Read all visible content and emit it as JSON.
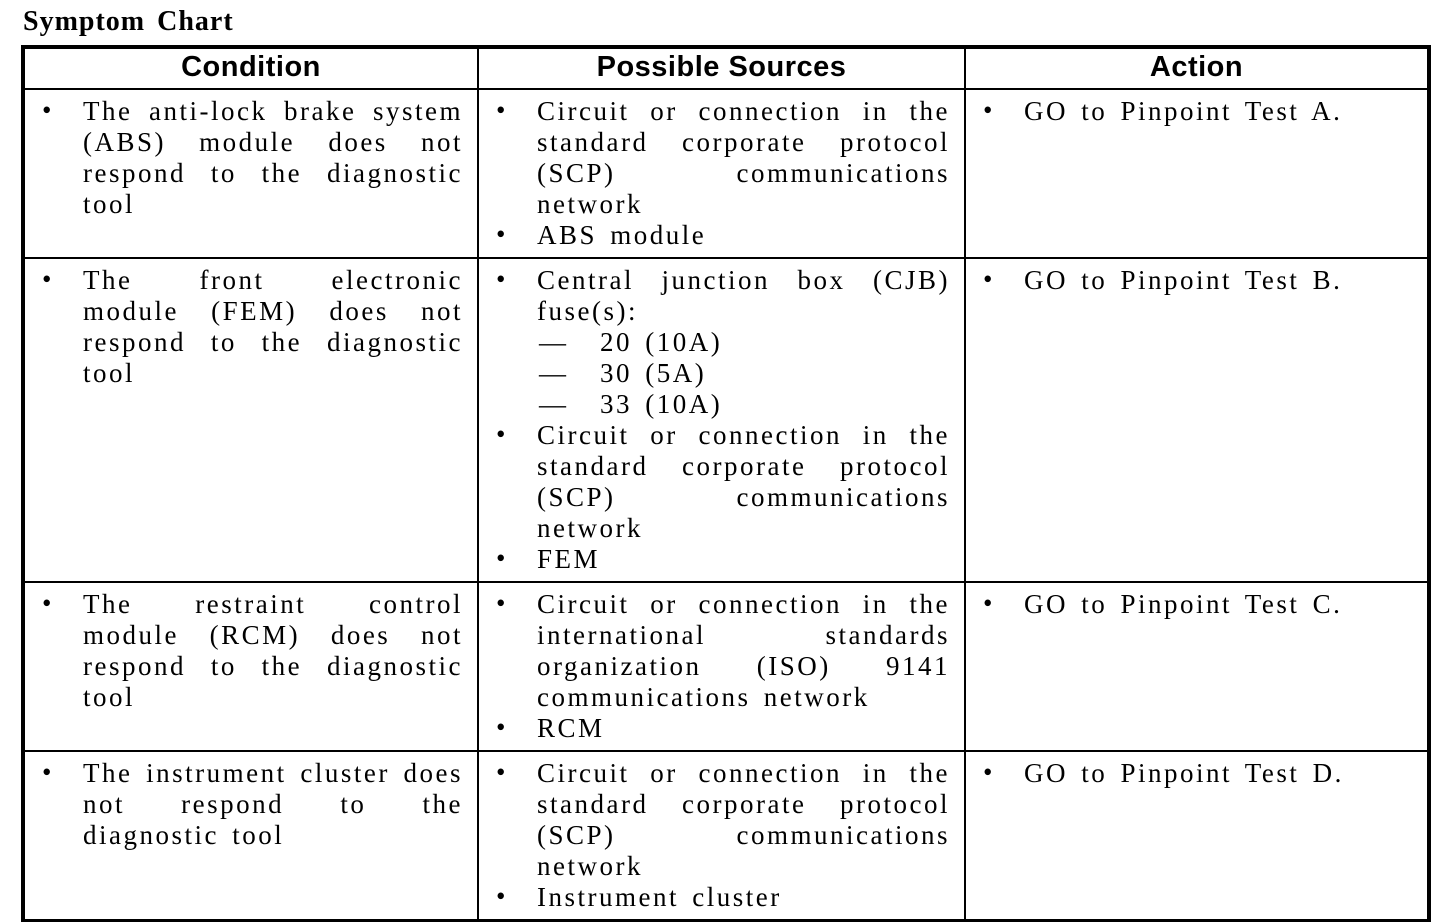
{
  "page": {
    "title": "Symptom Chart"
  },
  "icons": {
    "bullet": "•",
    "dash": "—"
  },
  "colors": {
    "text": "#000000",
    "background": "#ffffff",
    "border": "#000000"
  },
  "table": {
    "headers": [
      "Condition",
      "Possible Sources",
      "Action"
    ],
    "rows": [
      {
        "condition": [
          {
            "text": "The anti-lock brake system (ABS) module does not respond to the diagnostic tool"
          }
        ],
        "sources": [
          {
            "text": "Circuit or connection in the standard corporate protocol (SCP) communications network"
          },
          {
            "text": "ABS module"
          }
        ],
        "action": [
          {
            "text": "GO to Pinpoint Test A."
          }
        ]
      },
      {
        "condition": [
          {
            "text": "The front electronic module (FEM) does not respond to the diagnostic tool"
          }
        ],
        "sources": [
          {
            "text": "Central junction box (CJB) fuse(s):",
            "subitems": [
              "20 (10A)",
              "30 (5A)",
              "33 (10A)"
            ]
          },
          {
            "text": "Circuit or connection in the standard corporate protocol (SCP) communications network"
          },
          {
            "text": "FEM"
          }
        ],
        "action": [
          {
            "text": "GO to Pinpoint Test B."
          }
        ]
      },
      {
        "condition": [
          {
            "text": "The restraint control module (RCM) does not respond to the diagnostic tool"
          }
        ],
        "sources": [
          {
            "text": "Circuit or connection in the international standards organization (ISO) 9141 communications network"
          },
          {
            "text": "RCM"
          }
        ],
        "action": [
          {
            "text": "GO to Pinpoint Test C."
          }
        ]
      },
      {
        "condition": [
          {
            "text": "The instrument cluster does not respond to the diagnostic tool"
          }
        ],
        "sources": [
          {
            "text": "Circuit or connection in the standard corporate protocol (SCP) communications network"
          },
          {
            "text": "Instrument cluster"
          }
        ],
        "action": [
          {
            "text": "GO to Pinpoint Test D."
          }
        ]
      }
    ]
  }
}
